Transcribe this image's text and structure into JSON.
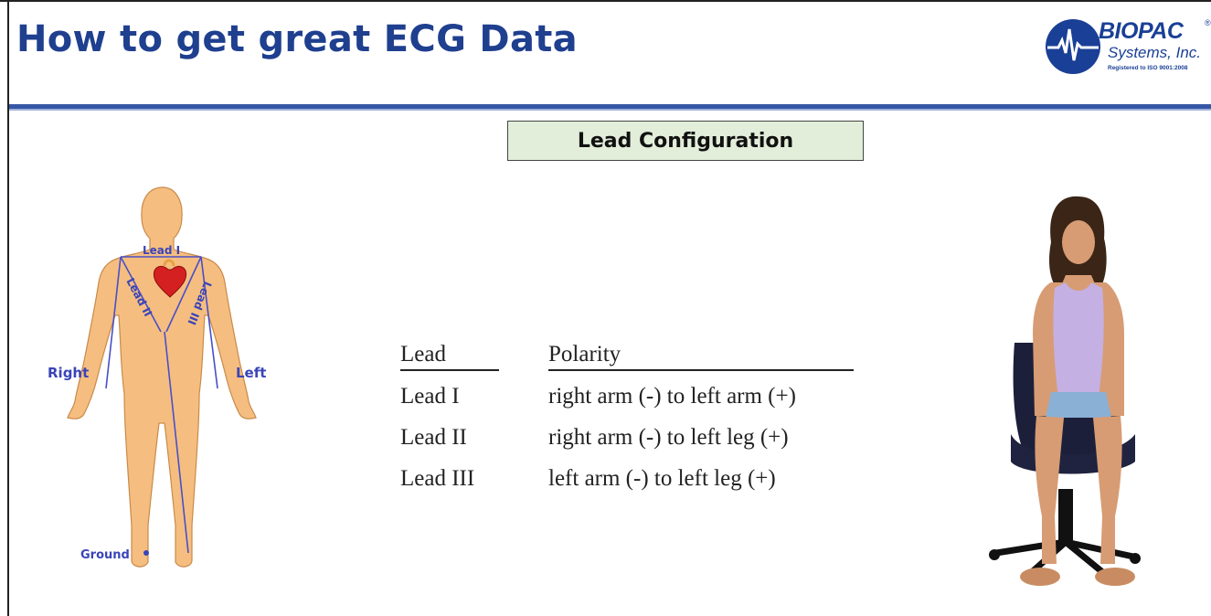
{
  "slide": {
    "title": "How to get great ECG Data",
    "section_title": "Lead Configuration"
  },
  "logo": {
    "name": "BIOPAC",
    "registered_mark": "®",
    "subtitle": "Systems, Inc.",
    "iso_note": "Registered to ISO 9001:2008"
  },
  "diagram": {
    "label_right": "Right",
    "label_left": "Left",
    "label_ground": "Ground",
    "label_lead1": "Lead I",
    "label_lead2": "Lead II",
    "label_lead3": "Lead III"
  },
  "table": {
    "headers": {
      "lead": "Lead",
      "polarity": "Polarity"
    },
    "rows": [
      {
        "lead": "Lead I",
        "polarity": "right arm (-) to left arm (+)"
      },
      {
        "lead": "Lead II",
        "polarity": "right arm (-) to left leg (+)"
      },
      {
        "lead": "Lead III",
        "polarity": "left arm (-) to left leg (+)"
      }
    ]
  },
  "colors": {
    "title": "#1f3f8f",
    "rule": "#3557a6",
    "section_box_bg": "#e2eed9",
    "diagram_label": "#3b44b8",
    "skin": "#f5be80"
  }
}
